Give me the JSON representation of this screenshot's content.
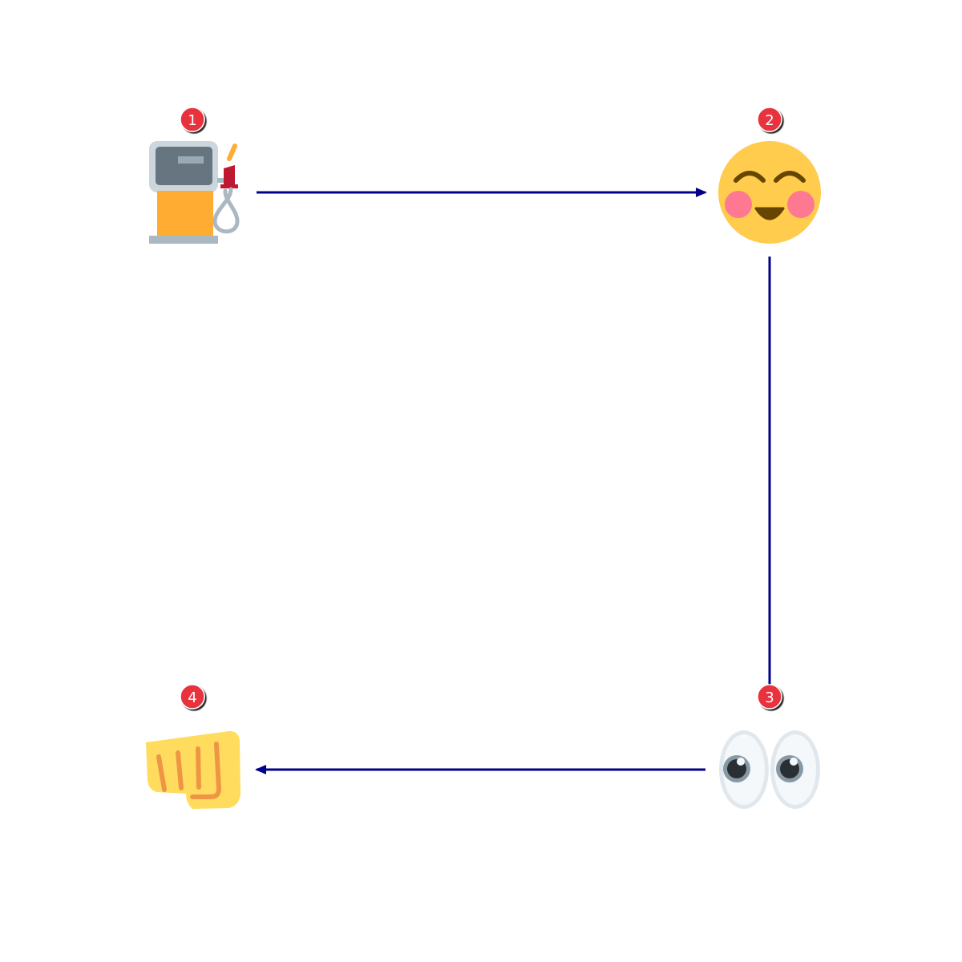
{
  "diagram": {
    "nodes": [
      {
        "id": 1,
        "badge": "1",
        "icon": "fuel-pump-icon"
      },
      {
        "id": 2,
        "badge": "2",
        "icon": "smiling-face-with-blush-icon"
      },
      {
        "id": 3,
        "badge": "3",
        "icon": "eyes-icon"
      },
      {
        "id": 4,
        "badge": "4",
        "icon": "oncoming-fist-icon"
      }
    ],
    "edges": [
      {
        "from": 1,
        "to": 2
      },
      {
        "from": 2,
        "to": 3
      },
      {
        "from": 3,
        "to": 4
      }
    ],
    "colors": {
      "edge": "#00008b",
      "badge_fill": "#e8333c",
      "badge_text": "#ffffff"
    }
  }
}
